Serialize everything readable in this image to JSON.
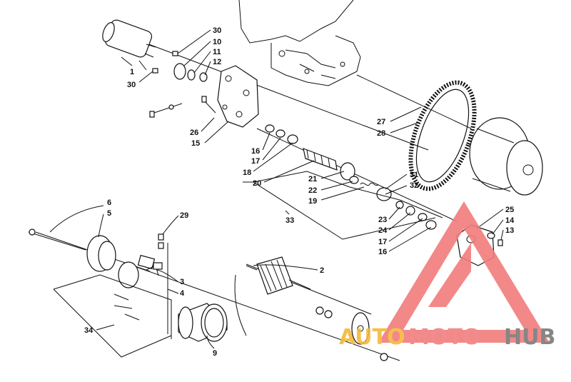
{
  "callouts": {
    "c1": "1",
    "c2": "2",
    "c3": "3",
    "c4": "4",
    "c5": "5",
    "c6": "6",
    "c9": "9",
    "c10": "10",
    "c11": "11",
    "c12": "12",
    "c13": "13",
    "c14": "14",
    "c15": "15",
    "c16a": "16",
    "c16b": "16",
    "c17a": "17",
    "c17b": "17",
    "c18": "18",
    "c19": "19",
    "c20": "20",
    "c21": "21",
    "c22": "22",
    "c23": "23",
    "c24": "24",
    "c25": "25",
    "c26": "26",
    "c27": "27",
    "c28": "28",
    "c29": "29",
    "c30a": "30",
    "c30b": "30",
    "c31": "31",
    "c32": "32",
    "c33": "33",
    "c34": "34"
  },
  "watermark": {
    "part1": "AUTO",
    "part2": "MOTO",
    "part3": "HUB",
    "color1": "#f5b93a",
    "color2": "#f08080",
    "color3": "#7a7a7a",
    "triangle_color": "#f27c7c"
  }
}
